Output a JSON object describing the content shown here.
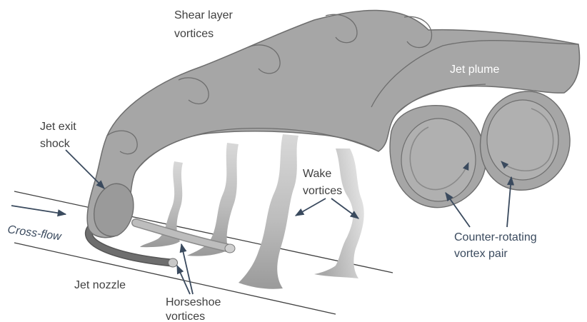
{
  "labels": {
    "shear_layer_1": "Shear layer",
    "shear_layer_2": "vortices",
    "jet_plume": "Jet plume",
    "jet_exit_1": "Jet exit",
    "jet_exit_2": "shock",
    "wake_1": "Wake",
    "wake_2": "vortices",
    "crossflow": "Cross-flow",
    "counter_1": "Counter-rotating",
    "counter_2": "vortex pair",
    "nozzle": "Jet nozzle",
    "horseshoe_1": "Horseshoe",
    "horseshoe_2": "vortices"
  },
  "colors": {
    "plume_fill": "#a6a6a6",
    "plume_stroke": "#6e6e6e",
    "label_dark": "#404040",
    "label_light": "#ffffff",
    "label_blue": "#3a4a5e",
    "arrow": "#3a4a5e",
    "nozzle": "#666666",
    "wall_line": "#404040"
  }
}
